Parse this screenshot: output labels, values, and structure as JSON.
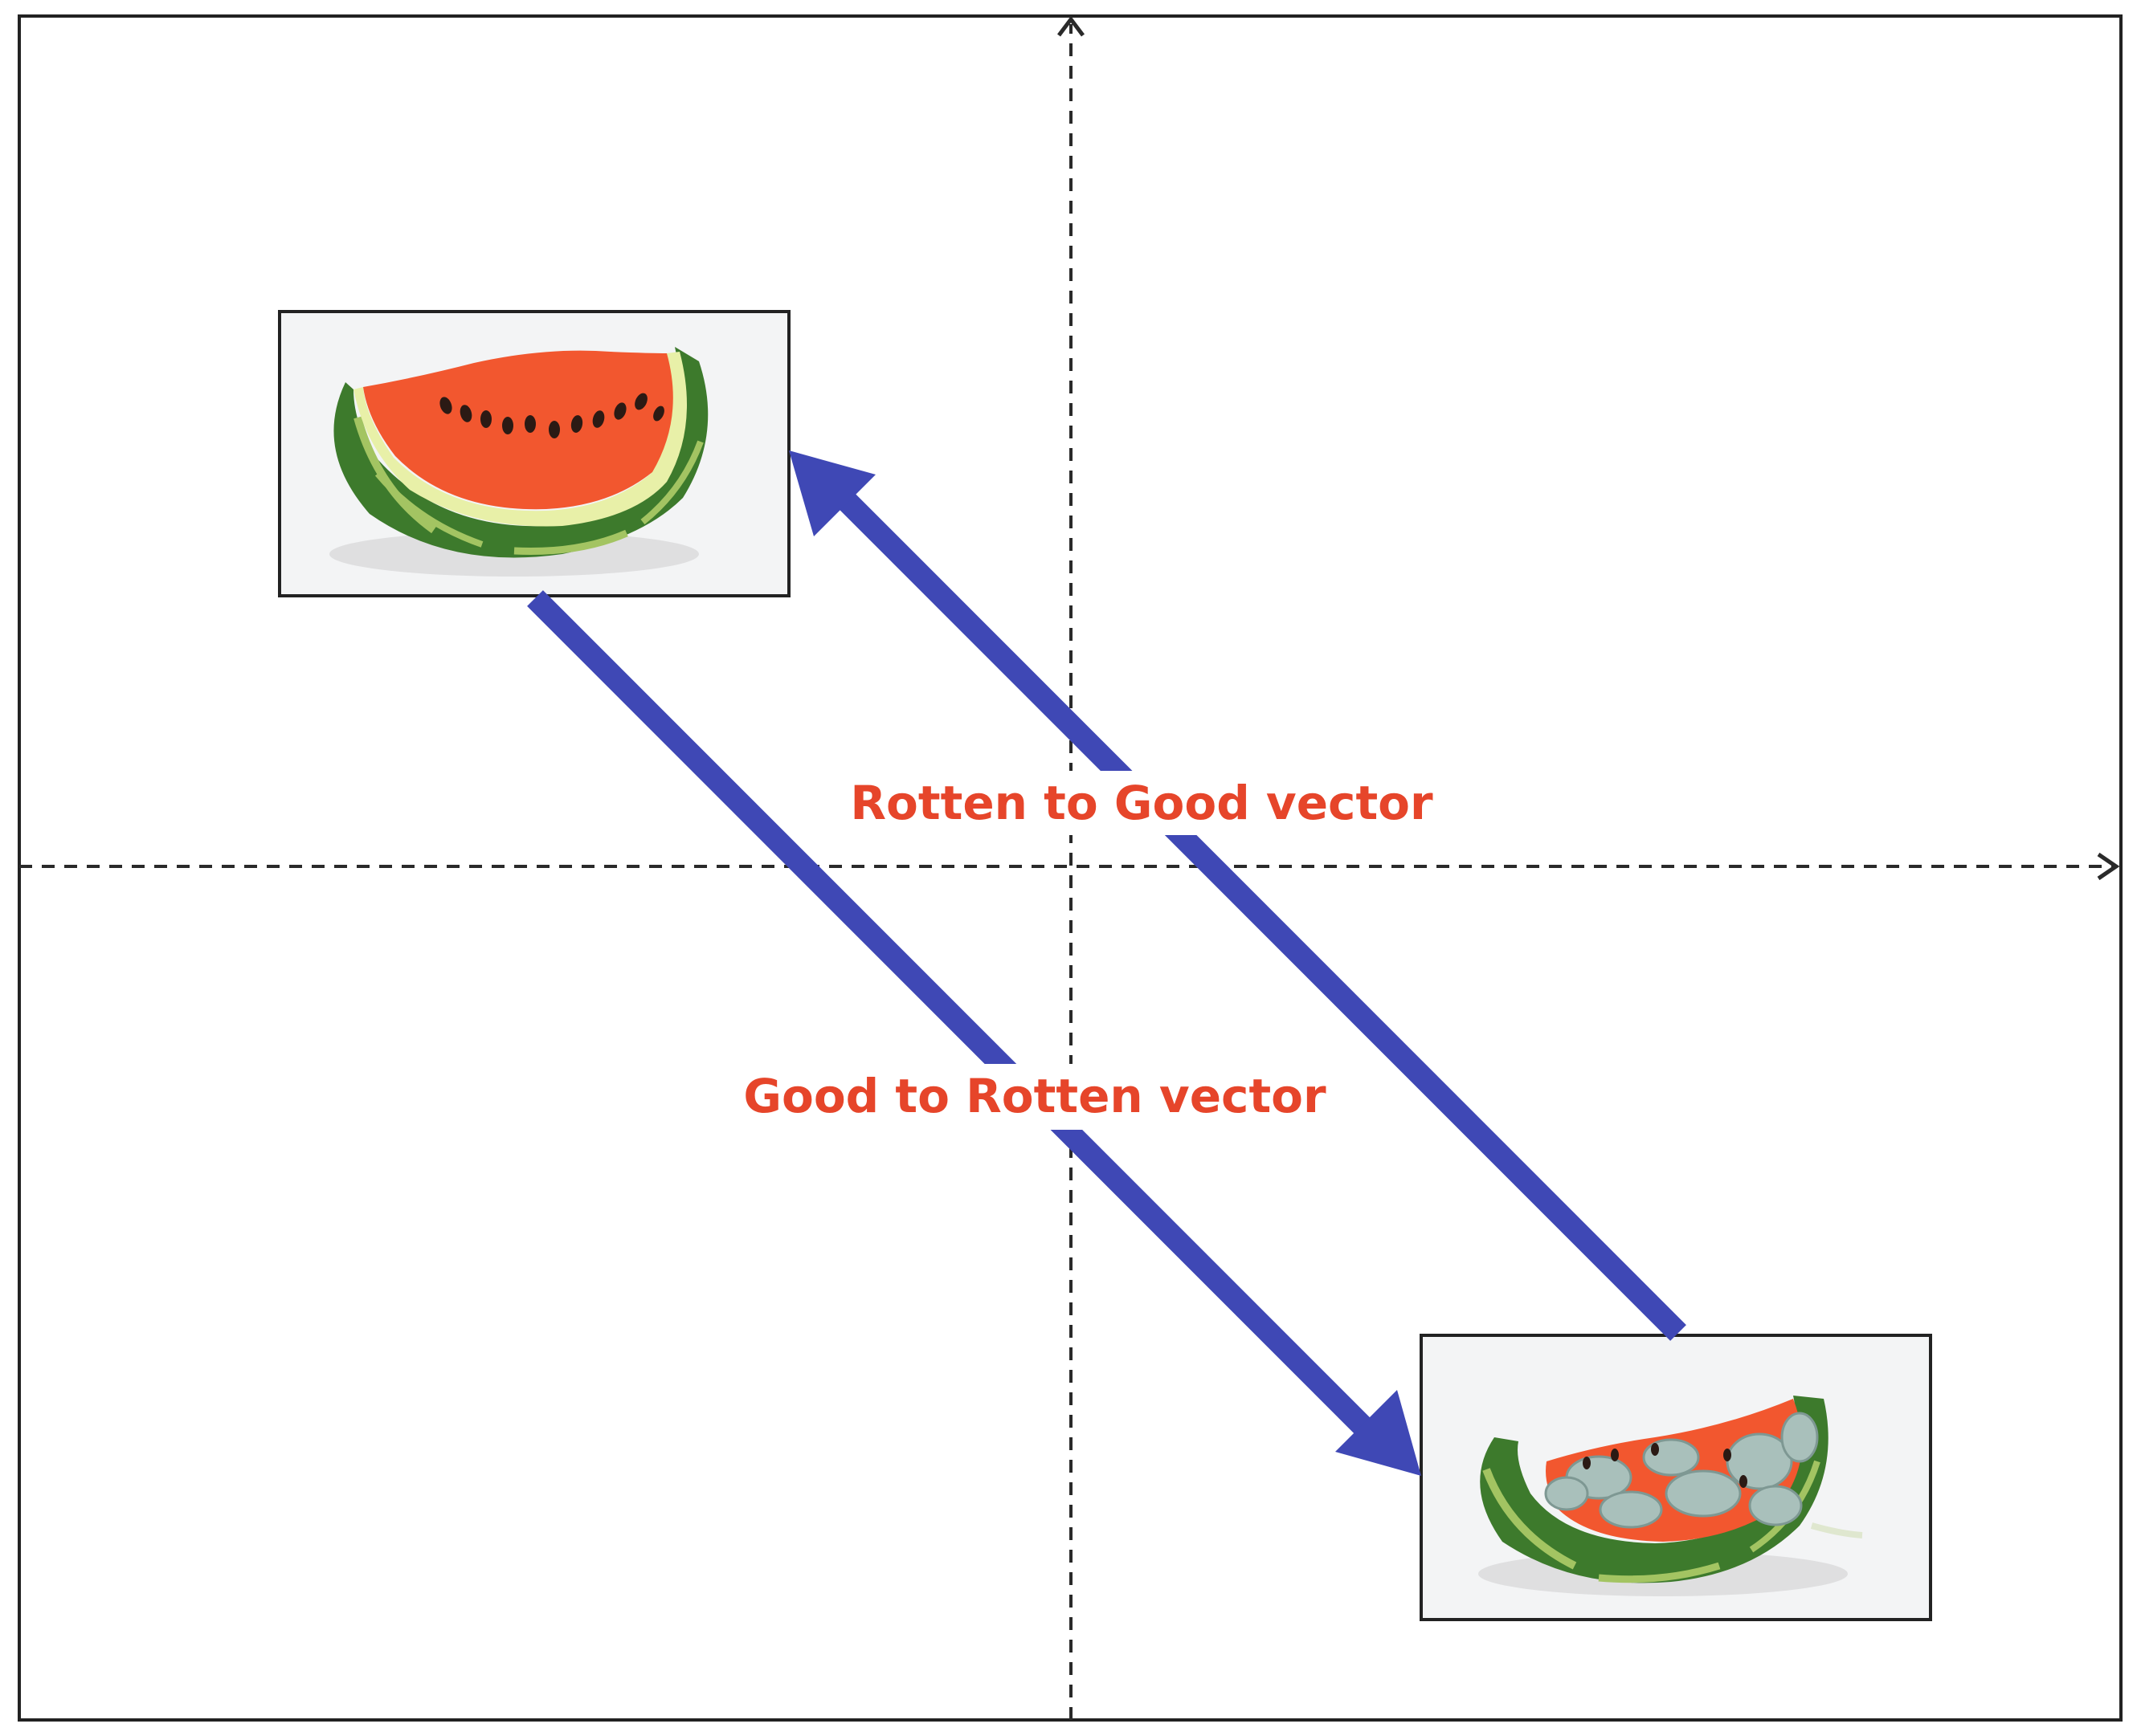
{
  "colors": {
    "frame": "#222222",
    "axis": "#2a2a2a",
    "arrow": "#3f48b5",
    "label": "#e6452a",
    "photo_background": "#f3f4f5",
    "watermelon_flesh": "#f2572f",
    "watermelon_rind": "#3d7a2c",
    "watermelon_rind_stripe": "#a3c462",
    "mold": "#a9c0bb"
  },
  "diagram": {
    "vectors": [
      {
        "id": "good_to_rotten",
        "label": "Good to Rotten vector",
        "from": "good-watermelon",
        "to": "rotten-watermelon"
      },
      {
        "id": "rotten_to_good",
        "label": "Rotten to Good vector",
        "from": "rotten-watermelon",
        "to": "good-watermelon"
      }
    ],
    "images": [
      {
        "id": "good-watermelon",
        "depicts": "fresh watermelon slice"
      },
      {
        "id": "rotten-watermelon",
        "depicts": "moldy rotten watermelon slice"
      }
    ]
  }
}
